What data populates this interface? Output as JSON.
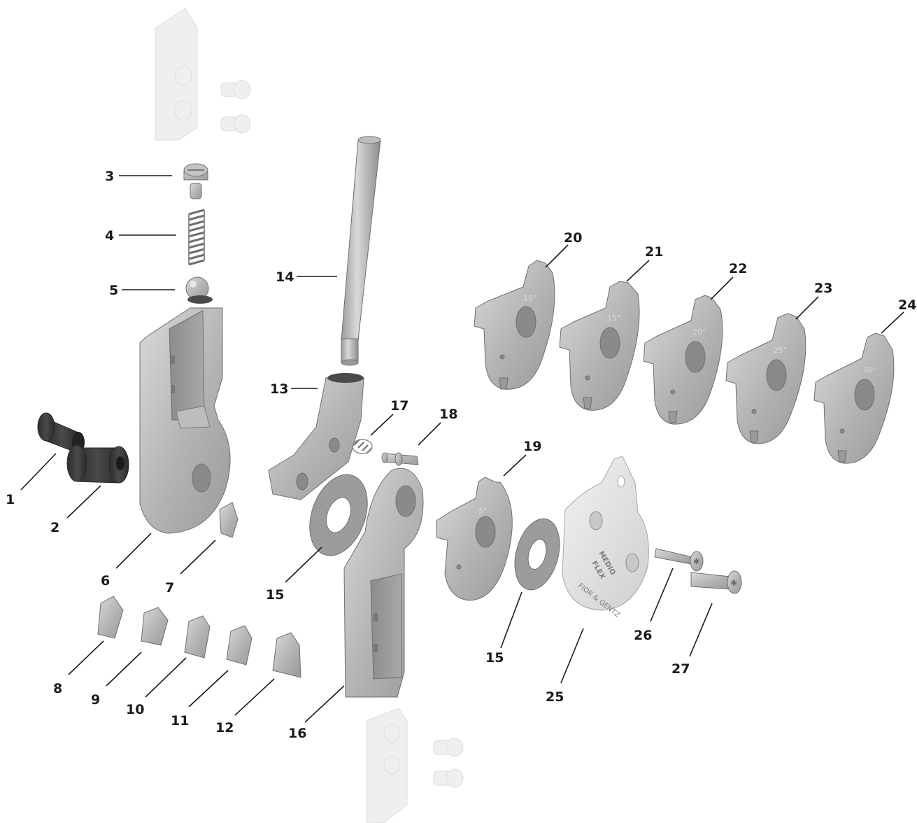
{
  "callouts": [
    {
      "id": "1",
      "text": "1"
    },
    {
      "id": "2",
      "text": "2"
    },
    {
      "id": "3",
      "text": "3"
    },
    {
      "id": "4",
      "text": "4"
    },
    {
      "id": "5",
      "text": "5"
    },
    {
      "id": "6",
      "text": "6"
    },
    {
      "id": "7",
      "text": "7"
    },
    {
      "id": "8",
      "text": "8"
    },
    {
      "id": "9",
      "text": "9"
    },
    {
      "id": "10",
      "text": "10"
    },
    {
      "id": "11",
      "text": "11"
    },
    {
      "id": "12",
      "text": "12"
    },
    {
      "id": "13",
      "text": "13"
    },
    {
      "id": "14",
      "text": "14"
    },
    {
      "id": "15a",
      "text": "15"
    },
    {
      "id": "15b",
      "text": "15"
    },
    {
      "id": "16",
      "text": "16"
    },
    {
      "id": "17",
      "text": "17"
    },
    {
      "id": "18",
      "text": "18"
    },
    {
      "id": "19",
      "text": "19"
    },
    {
      "id": "20",
      "text": "20"
    },
    {
      "id": "21",
      "text": "21"
    },
    {
      "id": "22",
      "text": "22"
    },
    {
      "id": "23",
      "text": "23"
    },
    {
      "id": "24",
      "text": "24"
    },
    {
      "id": "25",
      "text": "25"
    },
    {
      "id": "26",
      "text": "26"
    },
    {
      "id": "27",
      "text": "27"
    }
  ],
  "stop_disc_angles": [
    "5°",
    "10°",
    "15°",
    "20°",
    "25°",
    "30°"
  ],
  "cover_plate": {
    "brand_lines": [
      "MEDIO",
      "FLEX"
    ],
    "maker": "FIOR & GENTZ"
  },
  "colors": {
    "metal_light": "#d4d4d4",
    "metal_mid": "#a9a9a9",
    "metal_dark": "#8e8e8e",
    "rubber": "#3a3a3a",
    "ghost": "#efefef",
    "label": "#1a1a1a"
  }
}
